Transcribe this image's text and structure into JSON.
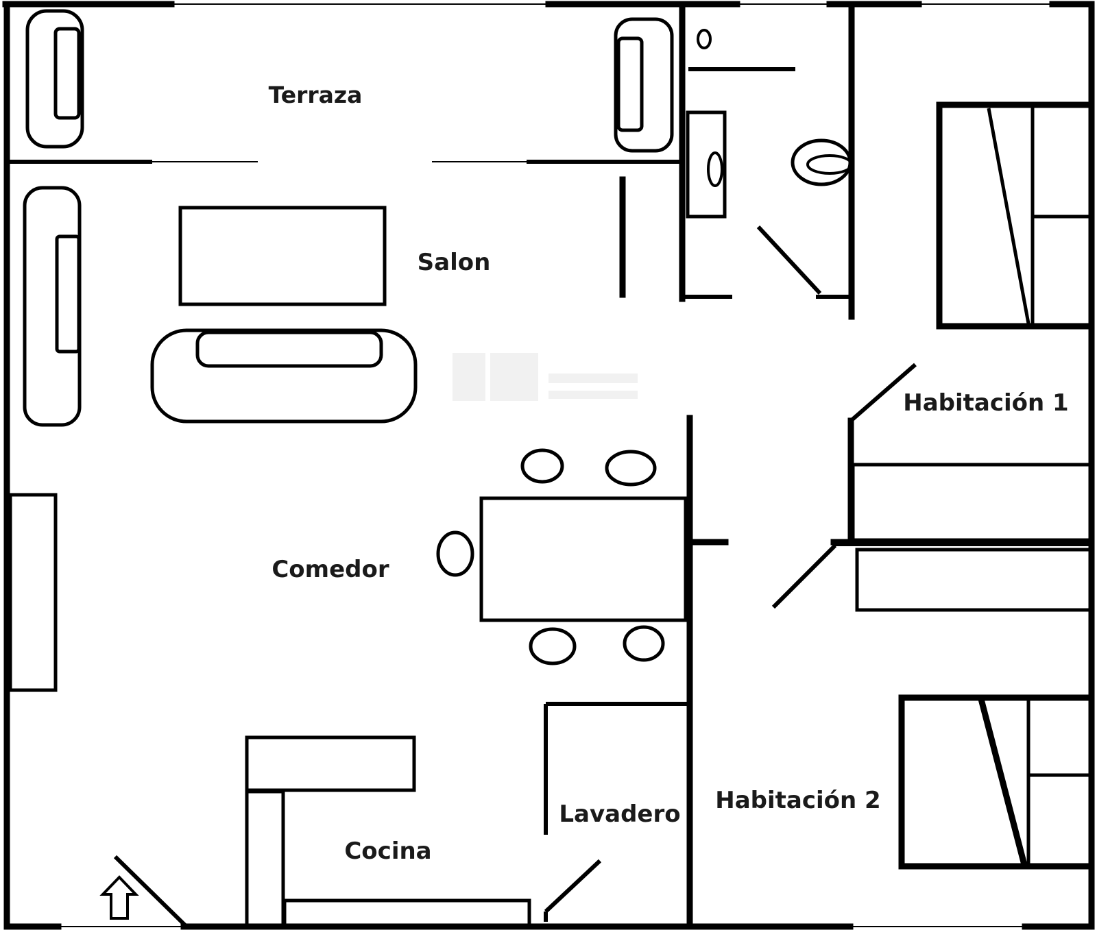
{
  "plan": {
    "rooms": {
      "terraza": "Terraza",
      "salon": "Salon",
      "comedor": "Comedor",
      "cocina": "Cocina",
      "lavadero": "Lavadero",
      "habitacion_1": "Habitación 1",
      "habitacion_2": "Habitación 2"
    },
    "entrance_icon": "arrow-up-icon",
    "colors": {
      "lines": "#000000",
      "background": "#ffffff"
    }
  }
}
